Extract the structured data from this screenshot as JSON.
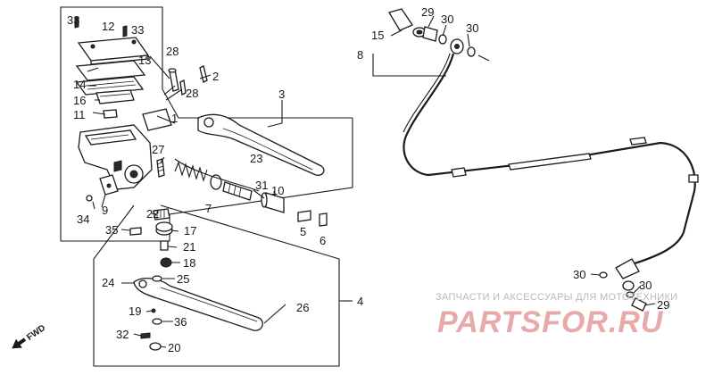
{
  "callouts": {
    "c33a": "33",
    "c12": "12",
    "c33b": "33",
    "c28a": "28",
    "c13": "13",
    "c2": "2",
    "c28b": "28",
    "c14": "14",
    "c16": "16",
    "c11": "11",
    "c1": "1",
    "c3": "3",
    "c27": "27",
    "c23": "23",
    "c31": "31",
    "c10": "10",
    "c9": "9",
    "c7": "7",
    "c34": "34",
    "c22": "22",
    "c17": "17",
    "c35": "35",
    "c5": "5",
    "c6": "6",
    "c21": "21",
    "c18": "18",
    "c24": "24",
    "c25": "25",
    "c26": "26",
    "c4": "4",
    "c19": "19",
    "c36": "36",
    "c32": "32",
    "c20": "20",
    "c29a": "29",
    "c30a": "30",
    "c30b": "30",
    "c15": "15",
    "c8": "8",
    "c30c": "30",
    "c30d": "30",
    "c29b": "29"
  },
  "fwd_label": "FWD",
  "watermark": {
    "caption": "ЗАПЧАСТИ И АКСЕССУАРЫ ДЛЯ МОТОТЕХНИКИ",
    "brand": "PARTSFOR.RU"
  }
}
